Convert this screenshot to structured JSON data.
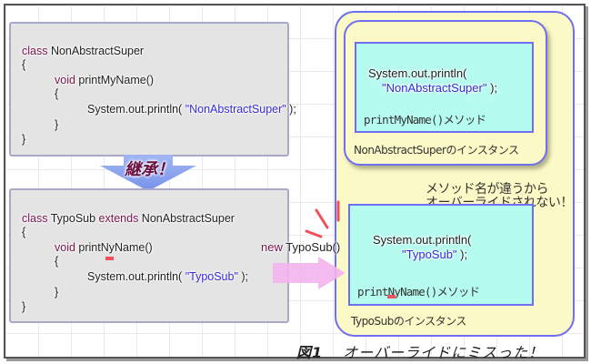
{
  "super_class": {
    "lines": [
      {
        "parts": [
          {
            "t": "class",
            "c": "kw"
          },
          {
            "t": " NonAbstractSuper",
            "c": ""
          }
        ]
      },
      {
        "parts": [
          {
            "t": "{",
            "c": ""
          }
        ]
      },
      {
        "parts": [
          {
            "t": "void",
            "c": "kw"
          },
          {
            "t": " printMyName()",
            "c": ""
          }
        ]
      },
      {
        "parts": [
          {
            "t": "{",
            "c": ""
          }
        ]
      },
      {
        "parts": [
          {
            "t": "System.out.println( ",
            "c": ""
          },
          {
            "t": "\"NonAbstractSuper\"",
            "c": "str"
          },
          {
            "t": " );",
            "c": ""
          }
        ]
      },
      {
        "parts": [
          {
            "t": "}",
            "c": ""
          }
        ]
      },
      {
        "parts": [
          {
            "t": "}",
            "c": ""
          }
        ]
      }
    ]
  },
  "inherit_label": "継承！",
  "sub_class": {
    "lines": [
      {
        "parts": [
          {
            "t": "class",
            "c": "kw"
          },
          {
            "t": " TypoSub ",
            "c": ""
          },
          {
            "t": "extends",
            "c": "kw"
          },
          {
            "t": " NonAbstractSuper",
            "c": ""
          }
        ]
      },
      {
        "parts": [
          {
            "t": "{",
            "c": ""
          }
        ]
      },
      {
        "parts": [
          {
            "t": "void",
            "c": "kw"
          },
          {
            "t": " printNyName()",
            "c": ""
          }
        ]
      },
      {
        "parts": [
          {
            "t": "{",
            "c": ""
          }
        ]
      },
      {
        "parts": [
          {
            "t": "System.out.println( ",
            "c": ""
          },
          {
            "t": "\"TypoSub\"",
            "c": "str"
          },
          {
            "t": " );",
            "c": ""
          }
        ]
      },
      {
        "parts": [
          {
            "t": "}",
            "c": ""
          }
        ]
      },
      {
        "parts": [
          {
            "t": "}",
            "c": ""
          }
        ]
      }
    ]
  },
  "new_call": {
    "keyword": "new",
    "text": " TypoSub()"
  },
  "super_instance": {
    "code_line1": "System.out.println(",
    "code_str": "\"NonAbstractSuper\"",
    "code_end": " );",
    "method_label": "printMyName()メソッド",
    "instance_label": "NonAbstractSuperのインスタンス"
  },
  "sub_instance": {
    "code_line1": "System.out.println(",
    "code_str": "\"TypoSub\"",
    "code_end": " );",
    "method_label": "printNyName()メソッド",
    "instance_label": "TypoSubのインスタンス"
  },
  "note": {
    "line1": "メソッド名が違うから",
    "line2": "オーバーライドされない！"
  },
  "caption": {
    "figure": "図1",
    "text": "オーバーライドにミスった！"
  },
  "colors": {
    "keyword": "#7a1450",
    "string": "#3a2ad8",
    "instance_fill": "#fbf9c6",
    "method_fill": "#b6fbf0",
    "border_blue": "#6e6ef0",
    "typo_mark": "#f05060"
  }
}
